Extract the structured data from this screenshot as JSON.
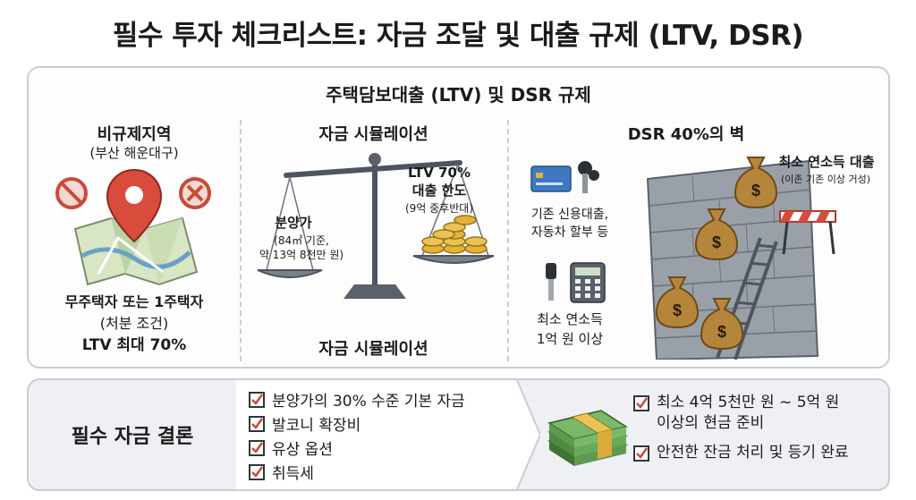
{
  "title": "필수 투자 체크리스트: 자금 조달 및 대출 규제 (LTV, DSR)",
  "top_panel": {
    "heading": "주택담보대출 (LTV) 및 DSR 규제",
    "left": {
      "title": "비규제지역",
      "subtitle": "(부산 해운대구)",
      "line1": "무주택자 또는 1주택자",
      "line2": "(처분 조건)",
      "line3": "LTV 최대 70%"
    },
    "middle": {
      "title": "자금 시뮬레이션",
      "left_label": "분양가",
      "left_detail1": "(84㎡ 기준,",
      "left_detail2": "약 13억 8천만 원)",
      "right_label1": "LTV 70%",
      "right_label2": "대출 한도",
      "right_detail": "(9억 중후반대)",
      "bottom_title": "자금 시뮬레이션"
    },
    "right": {
      "title": "DSR 40%의 벽",
      "existing1": "기존 신용대출,",
      "existing2": "자동차 할부 등",
      "income1": "최소 연소득",
      "income2": "1억 원 이상",
      "loan_title": "최소 연소득 대출",
      "loan_note": "(이존 기존 이상 거성)"
    }
  },
  "bottom_panel": {
    "conclusion_label": "필수 자금 결론",
    "checklist": [
      "분양가의 30% 수준 기본 자금",
      "발코니 확장비",
      "유상 옵션",
      "취득세"
    ],
    "results": [
      {
        "line1": "최소 4억 5천만 원 ~ 5억 원",
        "line2": "이상의 현금 준비"
      },
      {
        "line1": "안전한 잔금 처리 및 등기 완료",
        "line2": ""
      }
    ]
  },
  "colors": {
    "accent_red": "#d94b3a",
    "gold": "#e2b23a",
    "money_green": "#5f9a4f",
    "wall_gray": "#8e949c",
    "panel_border": "#c8cdd6"
  }
}
